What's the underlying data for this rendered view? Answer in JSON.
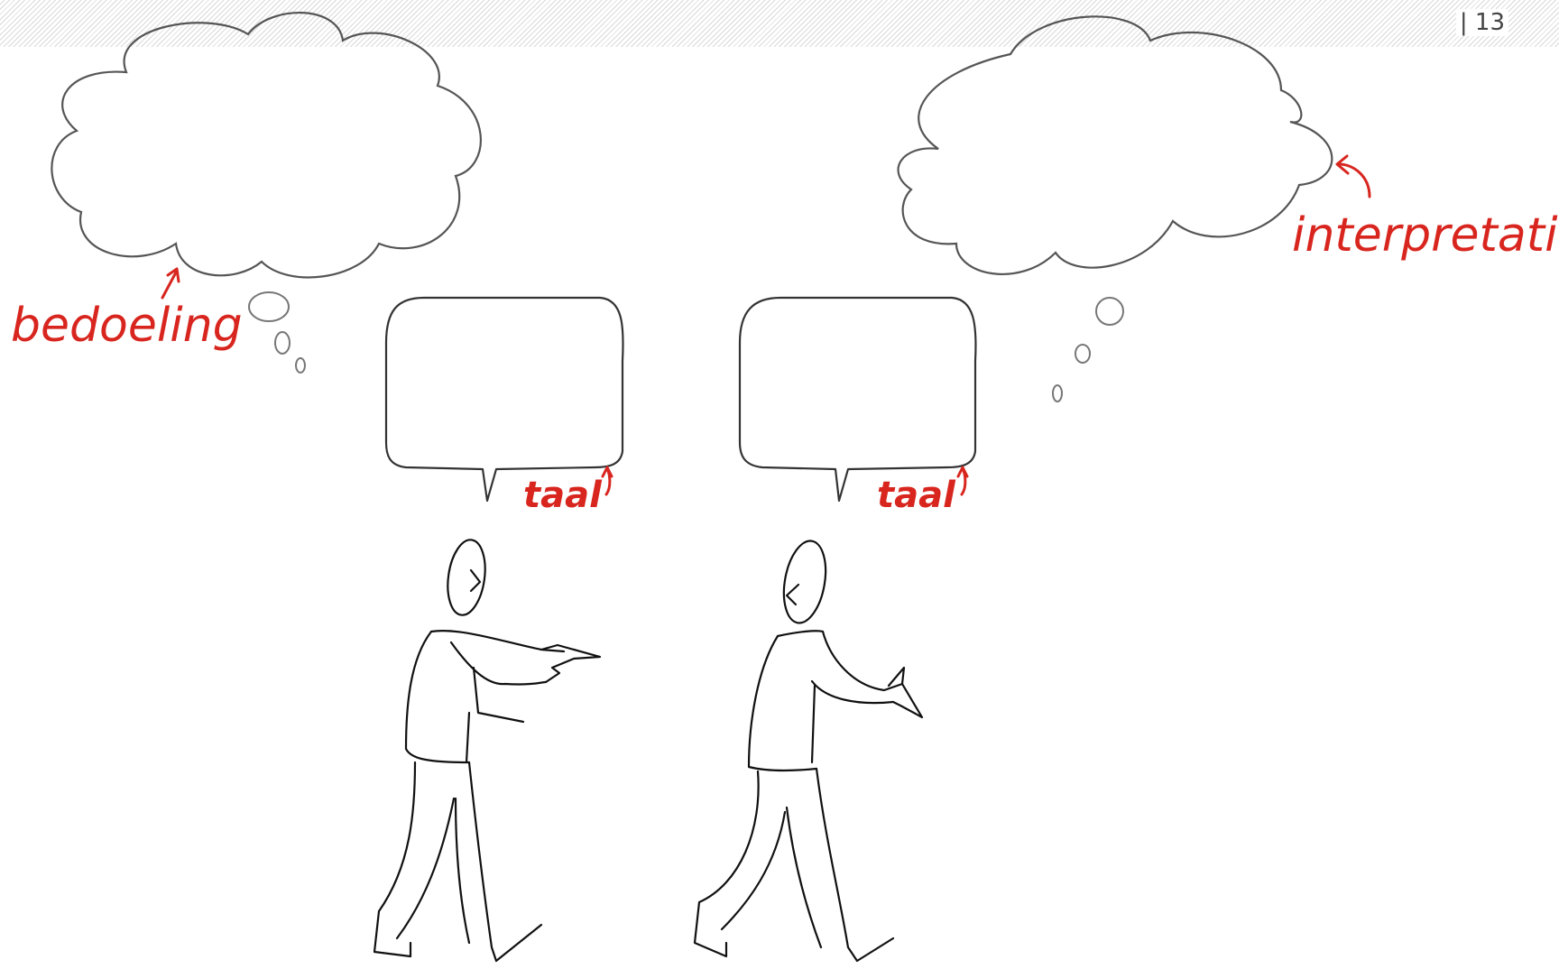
{
  "page": {
    "number": "| 13"
  },
  "labels": {
    "intention": "bedoeling",
    "interpretation": "interpretatie",
    "language_left": "taal",
    "language_right": "taal"
  },
  "colors": {
    "annotation": "#d8261f",
    "ink": "#222222",
    "cloud_stroke": "#555555"
  }
}
